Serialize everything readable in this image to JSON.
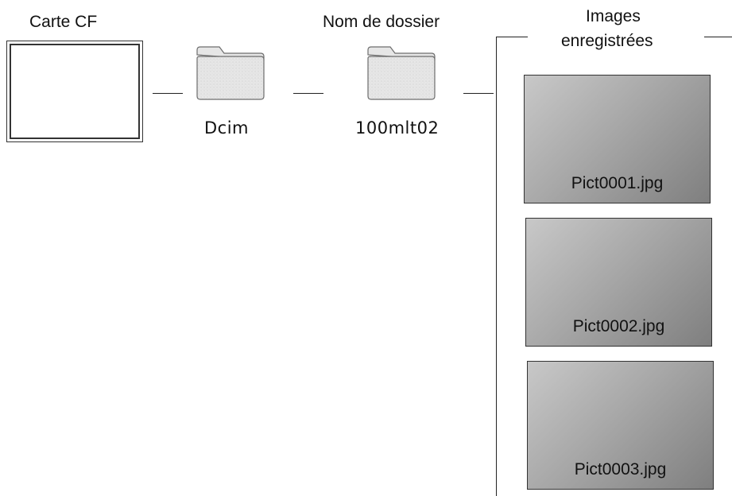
{
  "labels": {
    "carte_cf": "Carte CF",
    "nom_dossier": "Nom de dossier",
    "images_line1": "Images",
    "images_line2": "enregistrées"
  },
  "folders": [
    {
      "name": "Dcim",
      "icon": "folder-icon"
    },
    {
      "name": "100mlt02",
      "icon": "folder-icon"
    }
  ],
  "images": [
    {
      "filename": "Pict0001.jpg"
    },
    {
      "filename": "Pict0002.jpg"
    },
    {
      "filename": "Pict0003.jpg"
    }
  ],
  "colors": {
    "line": "#222222",
    "thumbnail_light": "#c8c8c8",
    "thumbnail_dark": "#7f7f7f"
  }
}
